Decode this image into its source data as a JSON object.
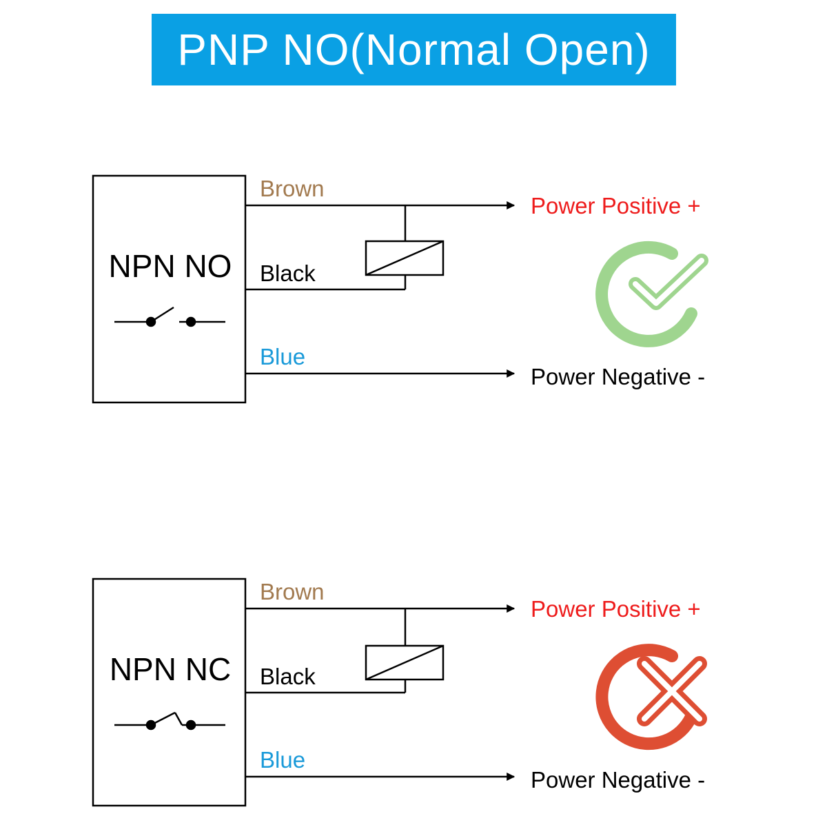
{
  "title": "PNP NO(Normal Open)",
  "colors": {
    "banner": "#0aa0e4",
    "brown_wire": "#a27a4f",
    "blue_wire": "#1a9ad9",
    "positive_label": "#ee1c1c",
    "line": "#000000",
    "check_mark": "#9fd58f",
    "cross_mark": "#de4e33"
  },
  "panels": [
    {
      "sensor_label": "NPN NO",
      "switch_symbol": "normally-open-switch",
      "wires": {
        "brown": "Brown",
        "black": "Black",
        "blue": "Blue"
      },
      "terminals": {
        "positive": "Power Positive +",
        "negative": "Power Negative -"
      },
      "status_icon": "check-icon"
    },
    {
      "sensor_label": "NPN NC",
      "switch_symbol": "normally-closed-switch",
      "wires": {
        "brown": "Brown",
        "black": "Black",
        "blue": "Blue"
      },
      "terminals": {
        "positive": "Power Positive +",
        "negative": "Power Negative -"
      },
      "status_icon": "cross-icon"
    }
  ]
}
